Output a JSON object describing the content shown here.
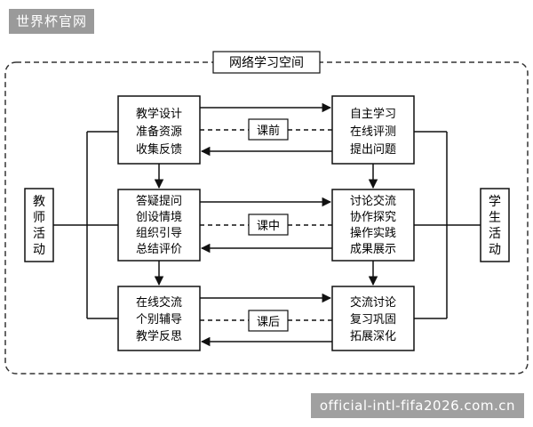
{
  "watermarks": {
    "top_left": "世界杯官网",
    "bottom_right": "official-intl-fifa2026.com.cn"
  },
  "frame": {
    "title": "网络学习空间"
  },
  "side_labels": {
    "teacher": [
      "教",
      "师",
      "活",
      "动"
    ],
    "student": [
      "学",
      "生",
      "活",
      "动"
    ]
  },
  "stages": [
    {
      "label": "课前",
      "teacher_lines": [
        "教学设计",
        "准备资源",
        "收集反馈"
      ],
      "student_lines": [
        "自主学习",
        "在线评测",
        "提出问题"
      ]
    },
    {
      "label": "课中",
      "teacher_lines": [
        "答疑提问",
        "创设情境",
        "组织引导",
        "总结评价"
      ],
      "student_lines": [
        "讨论交流",
        "协作探究",
        "操作实践",
        "成果展示"
      ]
    },
    {
      "label": "课后",
      "teacher_lines": [
        "在线交流",
        "个别辅导",
        "教学反思"
      ],
      "student_lines": [
        "交流讨论",
        "复习巩固",
        "拓展深化"
      ]
    }
  ],
  "colors": {
    "line": "#111111",
    "frame_dash": "#333333",
    "watermark_bg": "#9a9a9a"
  }
}
